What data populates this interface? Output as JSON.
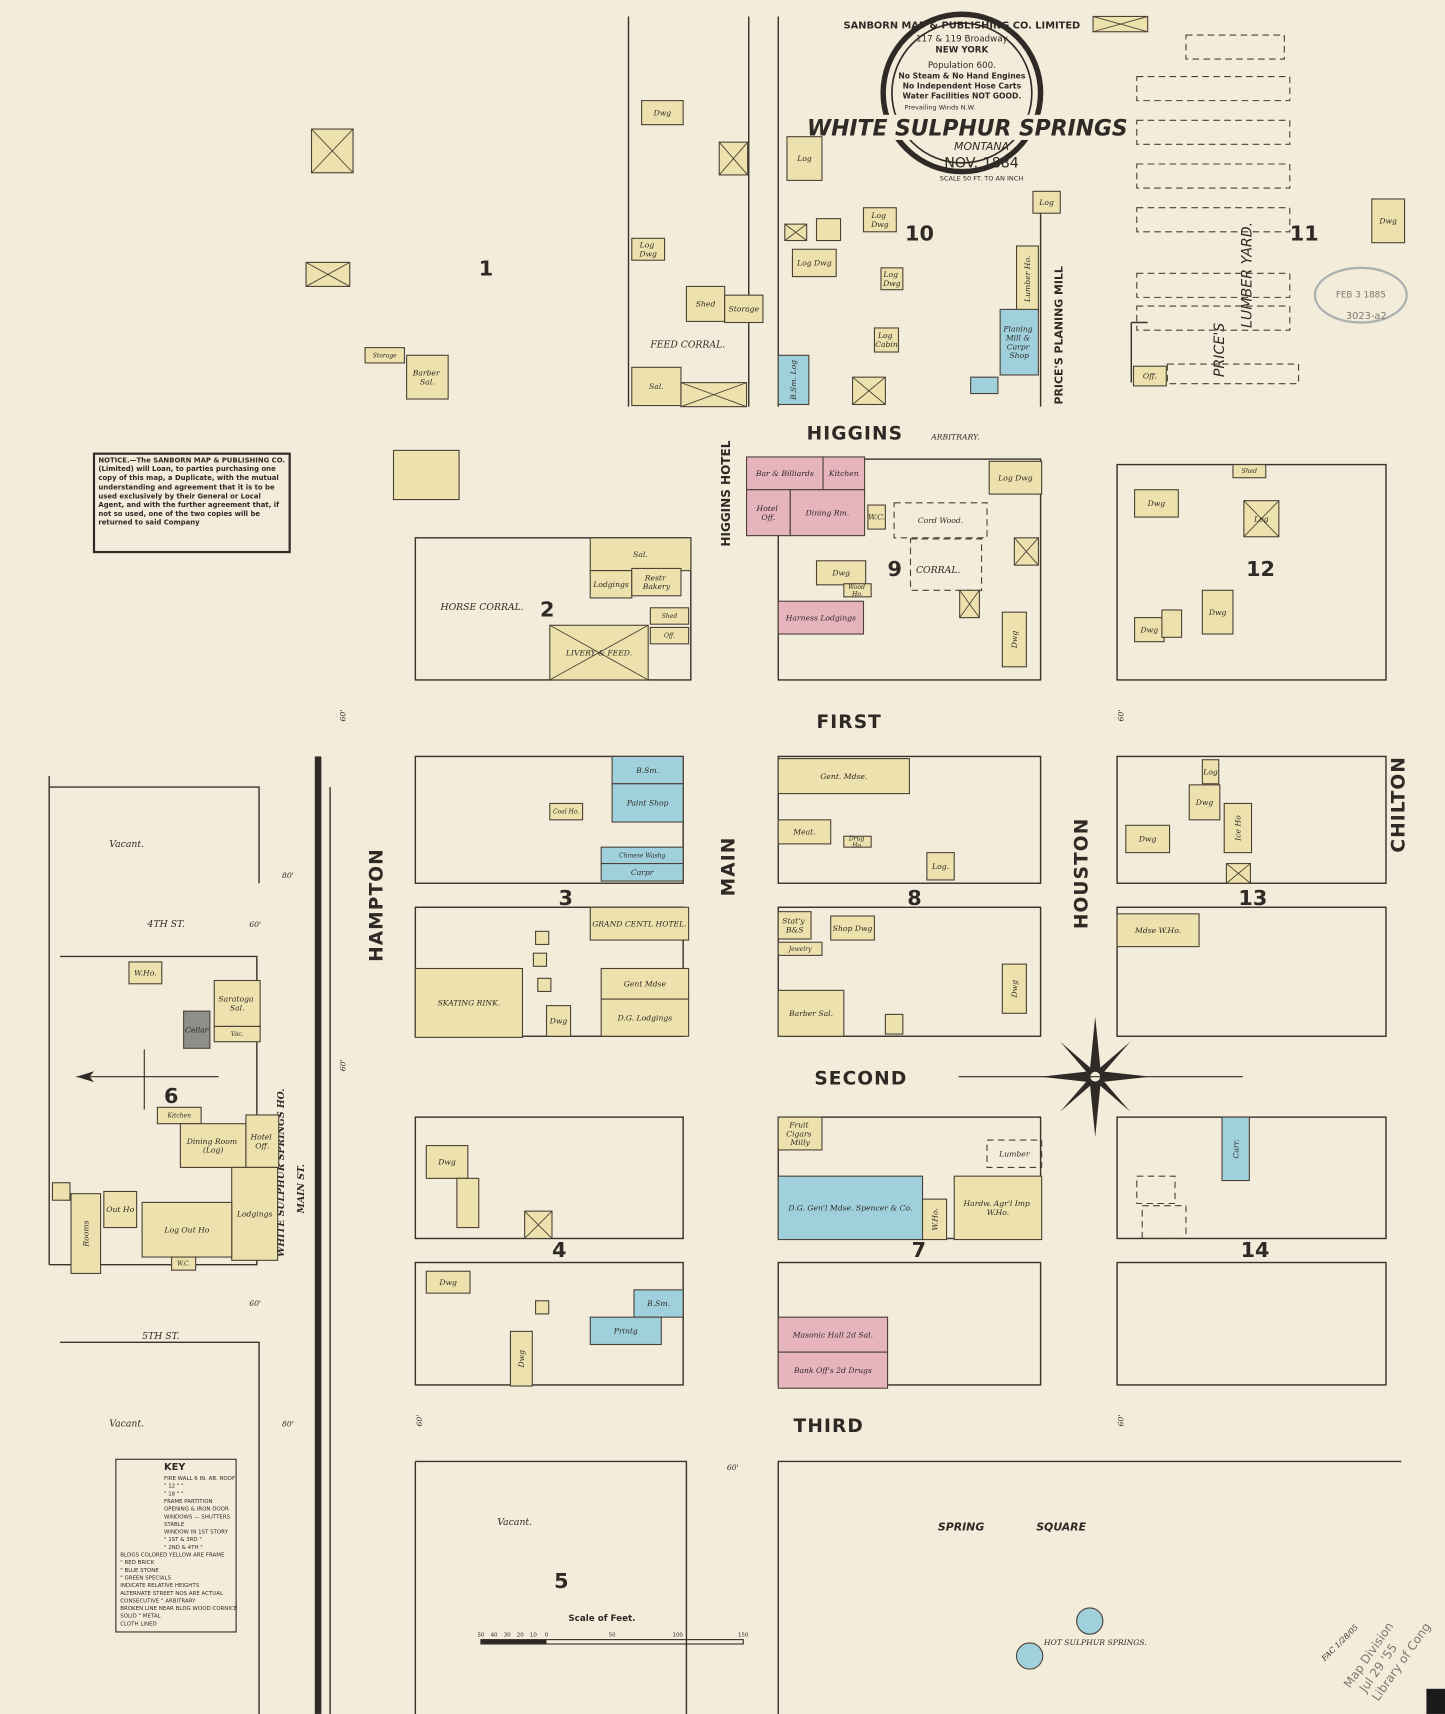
{
  "title": {
    "city": "WHITE SULPHUR SPRINGS",
    "state": "MONTANA",
    "date": "NOV. 1884",
    "scale": "SCALE 50 FT. TO AN INCH",
    "publisher": "SANBORN MAP & PUBLISHING CO. LIMITED",
    "address": "117 & 119 Broadway",
    "city_of_publisher": "NEW YORK",
    "population": "Population 600.",
    "engines": "No Steam & No Hand Engines",
    "hose": "No Independent Hose Carts",
    "water": "Water Facilities NOT GOOD.",
    "winds": "Prevailing Winds N.W."
  },
  "notice": "NOTICE.—The SANBORN MAP & PUBLISHING CO. (Limited) will Loan, to parties purchasing one copy of this map, a Duplicate, with the mutual understanding and agreement that it is to be used exclusively by their General or Local Agent, and with the further agreement that, if not so used, one of the two copies will be returned to said Company",
  "key": {
    "title": "KEY",
    "lines": [
      "FIRE WALL 6 IN. AB. ROOF",
      "\" 12 \" \"",
      "\" 18 \" \"",
      "FRAME PARTITION",
      "OPENING & IRON DOOR",
      "WINDOWS — SHUTTERS",
      "STABLE",
      "WINDOW IN 1ST STORY",
      "\" 1ST & 3RD \"",
      "\" 2ND & 4TH \"",
      "BLDGS COLORED YELLOW ARE FRAME",
      "\" RED BRICK",
      "\" BLUE STONE",
      "\" GREEN SPECIALS",
      "INDICATE RELATIVE HEIGHTS",
      "ALTERNATE STREET NOS ARE ACTUAL",
      "CONSECUTIVE \" ARBITRARY",
      "BROKEN LINE NEAR BLDG WOOD CORNICE",
      "SOLID \" METAL",
      "CLOTH LINED"
    ],
    "colors": {
      "frame": "#ede2ad",
      "brick": "#e6b4bd",
      "stone": "#9fd0dc",
      "special": "#8d8f8a"
    }
  },
  "streets": {
    "higgins": "HIGGINS",
    "higgins_note": "ARBITRARY.",
    "first": "FIRST",
    "second": "SECOND",
    "third": "THIRD",
    "hampton": "HAMPTON",
    "main": "MAIN",
    "houston": "HOUSTON",
    "chilton": "CHILTON",
    "fourth": "4TH ST.",
    "fifth": "5TH ST.",
    "main_st": "MAIN ST.",
    "wss_ho": "WHITE SULPHUR SPRINGS HO.",
    "w60": "60'",
    "w80": "80'"
  },
  "blocks": [
    "1",
    "2",
    "3",
    "4",
    "5",
    "6",
    "7",
    "8",
    "9",
    "10",
    "11",
    "12",
    "13",
    "14"
  ],
  "areas": {
    "vacant": "Vacant.",
    "spring_square_1": "SPRING",
    "spring_square_2": "SQUARE",
    "hot_springs": "HOT SULPHUR SPRINGS.",
    "feed_corral": "FEED CORRAL.",
    "horse_corral": "HORSE CORRAL.",
    "lumber_yard": "LUMBER YARD.",
    "prices": "PRICE'S",
    "planing_mill": "PRICE'S PLANING MILL",
    "higgins_hotel": "HIGGINS HOTEL",
    "corral": "CORRAL."
  },
  "buildings": {
    "b10_dwg1": "Dwg",
    "b10_log_house": "Log",
    "b10_log_dwg1": "Log Dwg",
    "b10_shed": "Shed",
    "b10_storage": "Storage",
    "b10_sal": "Sal.",
    "b10_bsm": "B.Sm. Log",
    "b10_log_dwg2": "Log Dwg",
    "b10_log_dwg3": "Log Dwg",
    "b10_log_dwg4": "Log Dwg",
    "b10_log_cabin": "Log Cabin",
    "b10_lumber_ho": "Lumber Ho.",
    "b10_planing": "Planing Mill & Carpr Shop",
    "b10_log": "Log",
    "b11_off": "Off.",
    "b11_dwg": "Dwg",
    "b1_barber": "Barber Sal.",
    "b1_storage": "Storage",
    "b2_sal": "Sal.",
    "b2_lodgings": "Lodgings",
    "b2_bakery": "Restr Bakery",
    "b2_shed": "Shed",
    "b2_off": "Off.",
    "b2_livery": "LIVERY & FEED.",
    "b9_bar": "Bar & Billiards",
    "b9_kitchen": "Kitchen",
    "b9_hotel_off": "Hotel Off.",
    "b9_dining": "Dining Rm.",
    "b9_wc": "W.C.",
    "b9_cord": "Cord Wood.",
    "b9_dwg1": "Dwg",
    "b9_wood": "Wood Ho.",
    "b9_harness": "Harness Lodgings",
    "b9_log_dwg": "Log Dwg",
    "b9_dwg2": "Dwg",
    "b12_shed": "Shed",
    "b12_log": "Log",
    "b12_dwg1": "Dwg",
    "b12_dwg2": "Dwg",
    "b12_dwg3": "Dwg",
    "b3_bsm": "B.Sm.",
    "b3_paint": "Paint Shop",
    "b3_coal": "Coal Ho.",
    "b3_chinese": "Chinese Washg",
    "b3_carpr": "Carpr",
    "b3_hotel": "GRAND CENTL HOTEL.",
    "b3_rink": "SKATING RINK.",
    "b3_gent": "Gent Mdse",
    "b3_dg": "D.G. Lodgings",
    "b3_dwg": "Dwg",
    "b8_gent": "Gent. Mdse.",
    "b8_meat": "Meat.",
    "b8_drug": "Drug Ho.",
    "b8_log": "Log.",
    "b8_staty": "Stat'y B&S",
    "b8_shop": "Shop Dwg",
    "b8_jewelry": "Jewelry",
    "b8_barber": "Barber Sal.",
    "b8_dwg": "Dwg",
    "b13_log": "Log",
    "b13_dwg1": "Dwg",
    "b13_ice": "Ice Ho",
    "b13_dwg2": "Dwg",
    "b13_mdse": "Mdse W.Ho.",
    "b6_who": "W.Ho.",
    "b6_saratoga": "Saratoga Sal.",
    "b6_vac": "Vac.",
    "b6_cellar": "Cellar",
    "b6_kitchen": "Kitchen",
    "b6_dining": "Dining Room (Log)",
    "b6_hotel_off": "Hotel Off.",
    "b6_lodgings": "Lodgings",
    "b6_out_ho": "Log Out Ho",
    "b6_out_ho2": "Out Ho",
    "b6_rooms": "Rooms",
    "b6_wc": "W.C.",
    "b4_dwg1": "Dwg",
    "b4_dwg2": "Dwg",
    "b4_dwg3": "Dwg",
    "b4_bsm": "B.Sm.",
    "b4_print": "Printg",
    "b7_fruit": "Fruit Cigars Milly",
    "b7_dg": "D.G. Gen'l Mdse. Spencer & Co.",
    "b7_who": "W.Ho.",
    "b7_hardw": "Hardw. Agr'l Imp W.Ho.",
    "b7_lumber": "Lumber",
    "b7_masonic": "Masonic Hall 2d Sal.",
    "b7_bank": "Bank Off's 2d Drugs",
    "b14_carr": "Carr."
  },
  "scale_bar": {
    "label": "Scale of Feet.",
    "ticks": [
      "50",
      "40",
      "30",
      "20",
      "10",
      "0",
      "50",
      "100",
      "150"
    ]
  },
  "stamps": {
    "received": "FEB 3 1885",
    "received_no": "3023-a2",
    "library_1": "Map Division",
    "library_2": "Jul 29 '55",
    "library_3": "Library of Cong",
    "fac": "FAC 1/28/05"
  }
}
